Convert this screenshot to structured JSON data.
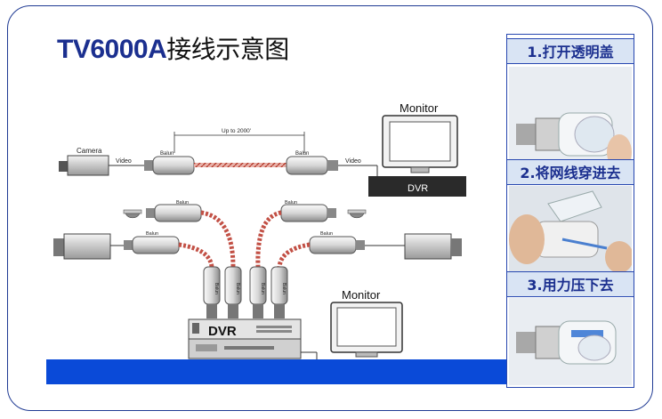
{
  "title": {
    "latin": "TV6000A",
    "cjk": "接线示意图"
  },
  "diagram": {
    "top": {
      "camera_label": "Camera",
      "video_left": "Video",
      "balun_left": "Balun",
      "distance": "Up to 2000'",
      "balun_right": "Balun",
      "video_right": "Video",
      "monitor_label": "Monitor",
      "dvr_label": "DVR"
    },
    "bottom": {
      "balun_label": "Balun",
      "dvr_label": "DVR",
      "monitor_label": "Monitor"
    }
  },
  "steps": [
    {
      "label": "1.打开透明盖"
    },
    {
      "label": "2.将网线穿进去"
    },
    {
      "label": "3.用力压下去"
    }
  ],
  "colors": {
    "title": "#1b2f8f",
    "bar": "#0a4ad8",
    "cable": "#c0392b",
    "panel_bg": "#d9e4f4"
  }
}
